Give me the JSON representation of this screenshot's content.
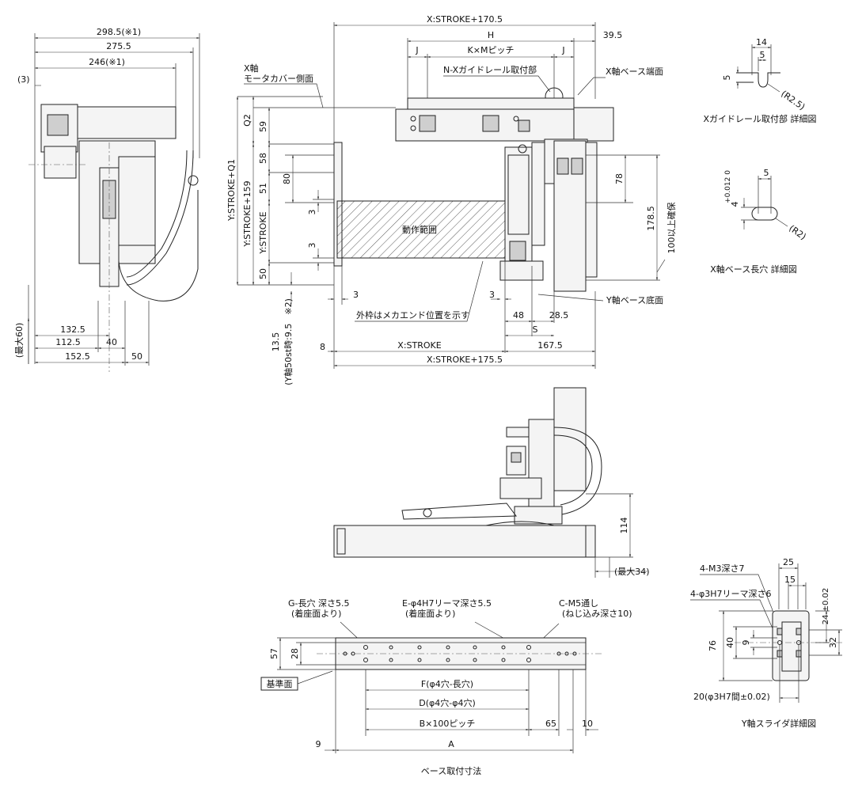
{
  "front_view": {
    "dims": {
      "stroke_1705": "X:STROKE+170.5",
      "h": "H",
      "d395": "39.5",
      "j_left": "J",
      "kxm": "K×Mピッチ",
      "j_right": "J",
      "xstroke": "X:STROKE",
      "d1675": "167.5",
      "stroke_1755": "X:STROKE+175.5",
      "d8": "8",
      "d3_left": "3",
      "d3_right": "3",
      "d48": "48",
      "d285": "28.5",
      "s": "S",
      "q2": "Q2",
      "d59": "59",
      "d58": "58",
      "d51": "51",
      "d80": "80",
      "d3a": "3",
      "d3b": "3",
      "d50": "50",
      "y_q1": "Y:STROKE+Q1",
      "y_159": "Y:STROKE+159",
      "y_stroke": "Y:STROKE",
      "d78": "78",
      "d1785": "178.5",
      "clearance": "100以上確保",
      "d135": "13.5",
      "y50": "(Y軸50st時:9.5　※2)"
    },
    "labels": {
      "x_motor_cover": "X軸\nモータカバー側面",
      "n_guide_rail": "N-Xガイドレール取付部",
      "x_base_end": "X軸ベース端面",
      "motion_range": "動作範囲",
      "mech_end": "外枠はメカエンド位置を示す",
      "y_base_bottom": "Y軸ベース底面"
    }
  },
  "side_view": {
    "dims": {
      "d2985": "298.5(※1)",
      "d2755": "275.5",
      "d246": "246(※1)",
      "d3": "(3)",
      "d1325": "132.5",
      "d1125": "112.5",
      "d40": "40",
      "d1525": "152.5",
      "d50": "50",
      "max60": "(最大60)"
    }
  },
  "detail_guide": {
    "d14": "14",
    "d5a": "5",
    "d5b": "5",
    "r25": "(R2.5)",
    "caption": "Xガイドレール取付部 詳細図"
  },
  "detail_slot": {
    "tol": "+0.012\n0",
    "d4": "4",
    "d5": "5",
    "r2": "(R2)",
    "caption": "X軸ベース長穴 詳細図"
  },
  "lower_side_view": {
    "d114": "114",
    "max34": "(最大34)"
  },
  "base_mount": {
    "g_slot": "G-長穴 深さ5.5\n(着座面より)",
    "e_hole": "E-φ4H7リーマ深さ5.5\n(着座面より)",
    "c_m5": "C-M5通し\n(ねじ込み深さ10)",
    "d57": "57",
    "d28": "28",
    "datum": "基準面",
    "f": "F(φ4穴-長穴)",
    "d": "D(φ4穴-φ4穴)",
    "bx100": "B×100ピッチ",
    "d65": "65",
    "d10": "10",
    "d9": "9",
    "a": "A",
    "caption": "ベース取付寸法"
  },
  "y_slider": {
    "m3": "4-M3深さ7",
    "h7": "4-φ3H7リーマ深さ6",
    "d25": "25",
    "d15": "15",
    "tol002": "24 ±0.02",
    "d76": "76",
    "d40": "40",
    "d9": "9",
    "d32": "32",
    "pitch": "20(φ3H7間±0.02)",
    "caption": "Y軸スライダ詳細図"
  }
}
